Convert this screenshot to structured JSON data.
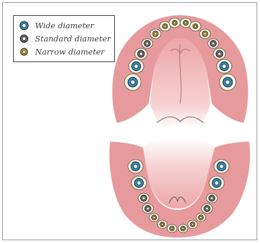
{
  "legend": {
    "items": [
      {
        "label": "Wide diameter",
        "icon": "wide-implant-icon",
        "color": "#2e8bc0"
      },
      {
        "label": "Standard diameter",
        "icon": "standard-implant-icon",
        "color": "#6e6e6e"
      },
      {
        "label": "Narrow diameter",
        "icon": "narrow-implant-icon",
        "color": "#c9a22c"
      }
    ]
  },
  "colors": {
    "gum": "#e79a9c",
    "palate": "#f2c2c3",
    "tooth": "#fbf4dc",
    "wide": "#2e8bc0",
    "standard": "#6e6e6e",
    "narrow": "#c9a22c"
  }
}
